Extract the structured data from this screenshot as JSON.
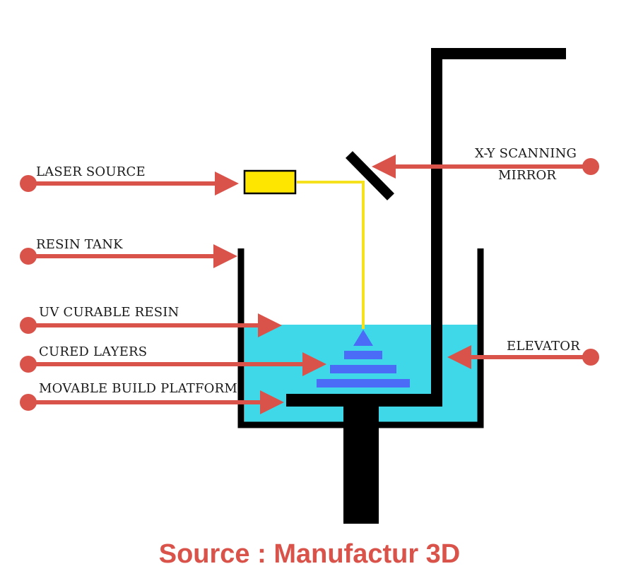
{
  "labels": {
    "laser_source": "LASER SOURCE",
    "resin_tank": "RESIN TANK",
    "uv_curable_resin": "UV CURABLE RESIN",
    "cured_layers": "CURED LAYERS",
    "movable_build_platform": "MOVABLE BUILD PLATFORM",
    "xy_mirror_line1": "X-Y SCANNING",
    "xy_mirror_line2": "MIRROR",
    "elevator": "ELEVATOR"
  },
  "source": "Source : Manufactur 3D",
  "colors": {
    "arrow": "#d9534a",
    "structure": "#000000",
    "resin": "#3fd8e8",
    "laser_source_fill": "#ffe600",
    "laser_beam": "#f5e11e",
    "cured_layers": "#4a6cf7",
    "source_text": "#d9534a"
  }
}
